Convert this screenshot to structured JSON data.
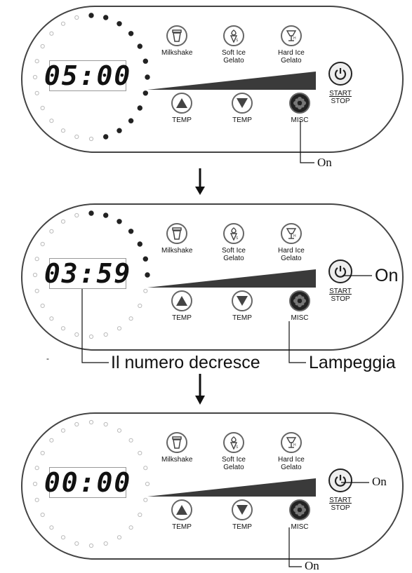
{
  "panels": [
    {
      "time": "05:00",
      "milkshake": "Milkshake",
      "soft_ice_1": "Soft Ice",
      "soft_ice_2": "Gelato",
      "hard_ice_1": "Hard Ice",
      "hard_ice_2": "Gelato",
      "temp_up": "TEMP",
      "temp_down": "TEMP",
      "misc": "MISC",
      "start": "START",
      "stop": "STOP"
    },
    {
      "time": "03:59",
      "milkshake": "Milkshake",
      "soft_ice_1": "Soft Ice",
      "soft_ice_2": "Gelato",
      "hard_ice_1": "Hard Ice",
      "hard_ice_2": "Gelato",
      "temp_up": "TEMP",
      "temp_down": "TEMP",
      "misc": "MISC",
      "start": "START",
      "stop": "STOP"
    },
    {
      "time": "00:00",
      "milkshake": "Milkshake",
      "soft_ice_1": "Soft Ice",
      "soft_ice_2": "Gelato",
      "hard_ice_1": "Hard Ice",
      "hard_ice_2": "Gelato",
      "temp_up": "TEMP",
      "temp_down": "TEMP",
      "misc": "MISC",
      "start": "START",
      "stop": "STOP"
    }
  ],
  "annotations": {
    "panel1_misc_on": "On",
    "panel2_power_on": "On",
    "panel2_display_note": "Il numero decresce",
    "panel2_misc_note": "Lampeggia",
    "panel2_dash": "-",
    "panel3_power_on": "On",
    "panel3_misc_on": "On"
  },
  "icons": {
    "milkshake": "milkshake-cup-icon",
    "soft_ice": "soft-ice-cone-icon",
    "hard_ice": "hard-ice-cup-icon",
    "temp_up": "triangle-up-icon",
    "temp_down": "triangle-down-icon",
    "misc": "misc-flower-icon",
    "power": "power-icon"
  },
  "colors": {
    "outline": "#444444",
    "filled_dot": "#222222",
    "empty_dot": "#bbbbbb",
    "ramp": "#3a3a3a"
  },
  "progress_ring": {
    "total_dots": 24,
    "lit_dots": [
      12,
      7,
      0
    ]
  }
}
